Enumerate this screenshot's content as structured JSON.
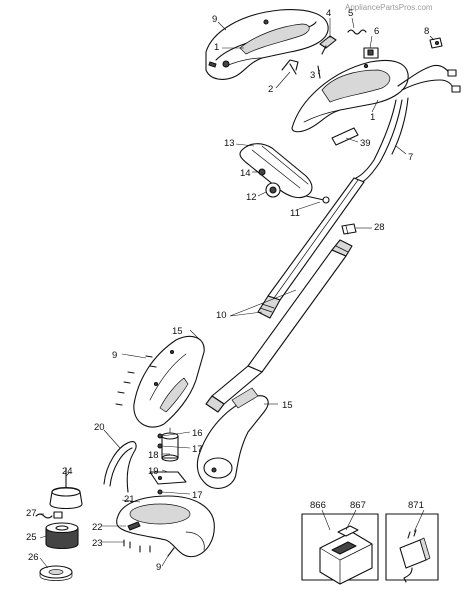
{
  "watermark": "AppliancePartsPros.com",
  "callouts": [
    {
      "id": "c-9a",
      "text": "9"
    },
    {
      "id": "c-1a",
      "text": "1"
    },
    {
      "id": "c-4",
      "text": "4"
    },
    {
      "id": "c-5",
      "text": "5"
    },
    {
      "id": "c-6",
      "text": "6"
    },
    {
      "id": "c-8",
      "text": "8"
    },
    {
      "id": "c-2",
      "text": "2"
    },
    {
      "id": "c-3",
      "text": "3"
    },
    {
      "id": "c-1b",
      "text": "1"
    },
    {
      "id": "c-39",
      "text": "39"
    },
    {
      "id": "c-7",
      "text": "7"
    },
    {
      "id": "c-13",
      "text": "13"
    },
    {
      "id": "c-14",
      "text": "14"
    },
    {
      "id": "c-12",
      "text": "12"
    },
    {
      "id": "c-11",
      "text": "11"
    },
    {
      "id": "c-28",
      "text": "28"
    },
    {
      "id": "c-10",
      "text": "10"
    },
    {
      "id": "c-15a",
      "text": "15"
    },
    {
      "id": "c-9b",
      "text": "9"
    },
    {
      "id": "c-15b",
      "text": "15"
    },
    {
      "id": "c-16",
      "text": "16"
    },
    {
      "id": "c-17a",
      "text": "17"
    },
    {
      "id": "c-20",
      "text": "20"
    },
    {
      "id": "c-18",
      "text": "18"
    },
    {
      "id": "c-19",
      "text": "19"
    },
    {
      "id": "c-17b",
      "text": "17"
    },
    {
      "id": "c-24",
      "text": "24"
    },
    {
      "id": "c-21",
      "text": "21"
    },
    {
      "id": "c-27",
      "text": "27"
    },
    {
      "id": "c-22",
      "text": "22"
    },
    {
      "id": "c-25",
      "text": "25"
    },
    {
      "id": "c-23",
      "text": "23"
    },
    {
      "id": "c-26",
      "text": "26"
    },
    {
      "id": "c-9c",
      "text": "9"
    },
    {
      "id": "c-866",
      "text": "866"
    },
    {
      "id": "c-867",
      "text": "867"
    },
    {
      "id": "c-871",
      "text": "871"
    }
  ]
}
